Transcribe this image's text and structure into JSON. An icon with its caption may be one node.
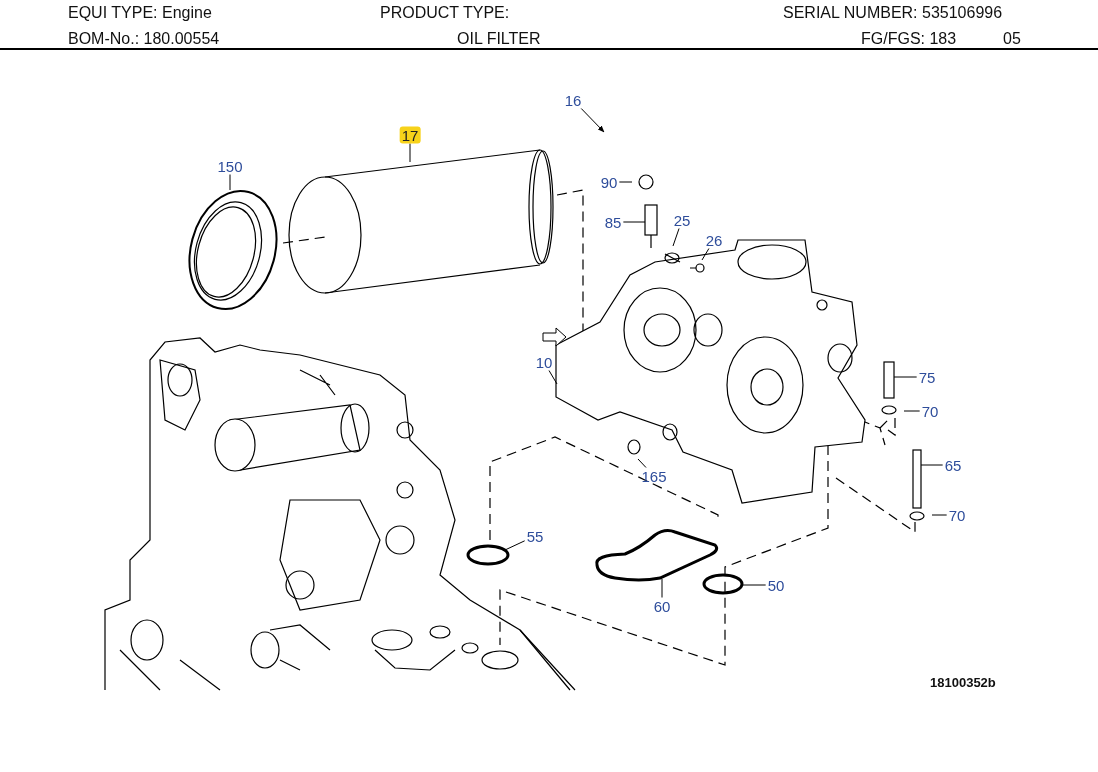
{
  "diagram": {
    "title": "OIL FILTER",
    "nodes": [
      {
        "text": [
          "16"
        ]
      },
      {
        "text": [
          "17"
        ]
      },
      {
        "text": [
          "150"
        ]
      },
      {
        "text": [
          "90"
        ]
      },
      {
        "text": [
          "85"
        ]
      },
      {
        "text": [
          "25"
        ]
      },
      {
        "text": [
          "26"
        ]
      },
      {
        "text": [
          "10"
        ]
      },
      {
        "text": [
          "75"
        ]
      },
      {
        "text": [
          "70"
        ]
      },
      {
        "text": [
          "165"
        ]
      },
      {
        "text": [
          "65"
        ]
      },
      {
        "text": [
          "70"
        ]
      },
      {
        "text": [
          "55"
        ]
      },
      {
        "text": [
          "60"
        ]
      },
      {
        "text": [
          "50"
        ]
      }
    ],
    "edges": [
      {
        "from": 0,
        "to": null,
        "arrow": "to"
      },
      {
        "from": 1,
        "to": null,
        "arrow": "none"
      },
      {
        "from": 2,
        "to": null,
        "arrow": "none"
      },
      {
        "from": 3,
        "to": null,
        "arrow": "none"
      },
      {
        "from": 4,
        "to": null,
        "arrow": "none"
      },
      {
        "from": 5,
        "to": null,
        "arrow": "none"
      },
      {
        "from": 6,
        "to": null,
        "arrow": "none"
      },
      {
        "from": 7,
        "to": null,
        "arrow": "none"
      },
      {
        "from": 8,
        "to": null,
        "arrow": "none"
      },
      {
        "from": 9,
        "to": null,
        "arrow": "none"
      },
      {
        "from": 10,
        "to": null,
        "arrow": "none"
      },
      {
        "from": 11,
        "to": null,
        "arrow": "none"
      },
      {
        "from": 12,
        "to": null,
        "arrow": "none"
      },
      {
        "from": 13,
        "to": null,
        "arrow": "none"
      },
      {
        "from": 14,
        "to": null,
        "arrow": "none"
      },
      {
        "from": 15,
        "to": null,
        "arrow": "none"
      }
    ],
    "labels": [
      "EQUI TYPE: Engine",
      "PRODUCT TYPE:",
      "SERIAL NUMBER: 535106996",
      "BOM-No.: 180.00554",
      "FG/FGS: 183",
      "05",
      "18100352b"
    ]
  }
}
